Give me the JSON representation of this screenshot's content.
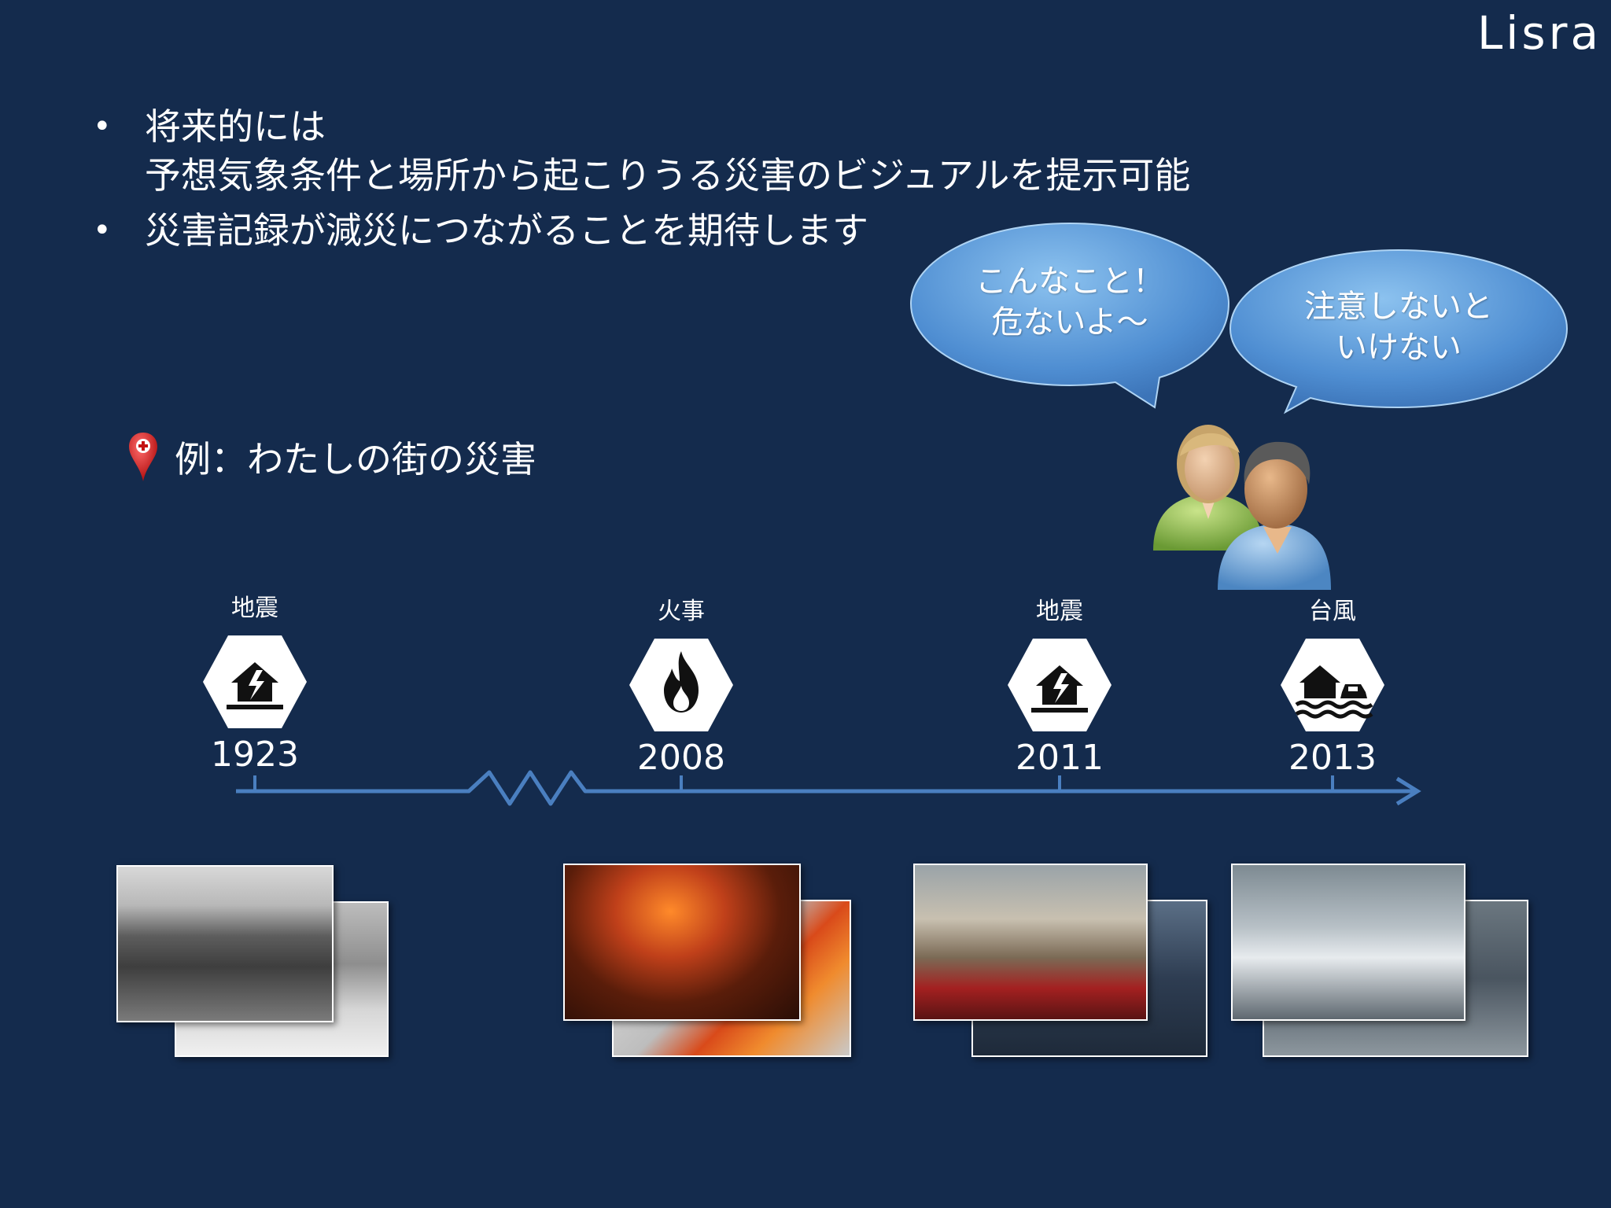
{
  "logo": "Lisra",
  "bullets": [
    {
      "line1": "将来的には",
      "line2": "予想気象条件と場所から起こりうる災害のビジュアルを提示可能"
    },
    {
      "line1": "災害記録が減災につながることを期待します",
      "line2": ""
    }
  ],
  "example_label": "例：わたしの街の災害",
  "bubbles": [
    {
      "line1": "こんなこと！",
      "line2": "危ないよ～"
    },
    {
      "line1": "注意しないと",
      "line2": "いけない"
    }
  ],
  "events": [
    {
      "type": "地震",
      "year": "1923",
      "icon": "earthquake-house-icon"
    },
    {
      "type": "火事",
      "year": "2008",
      "icon": "fire-icon"
    },
    {
      "type": "地震",
      "year": "2011",
      "icon": "earthquake-house-icon"
    },
    {
      "type": "台風",
      "year": "2013",
      "icon": "flood-house-car-icon"
    }
  ],
  "colors": {
    "background": "#142b4d",
    "timeline": "#4a7fc0",
    "bubble": "#5b9ad8"
  }
}
